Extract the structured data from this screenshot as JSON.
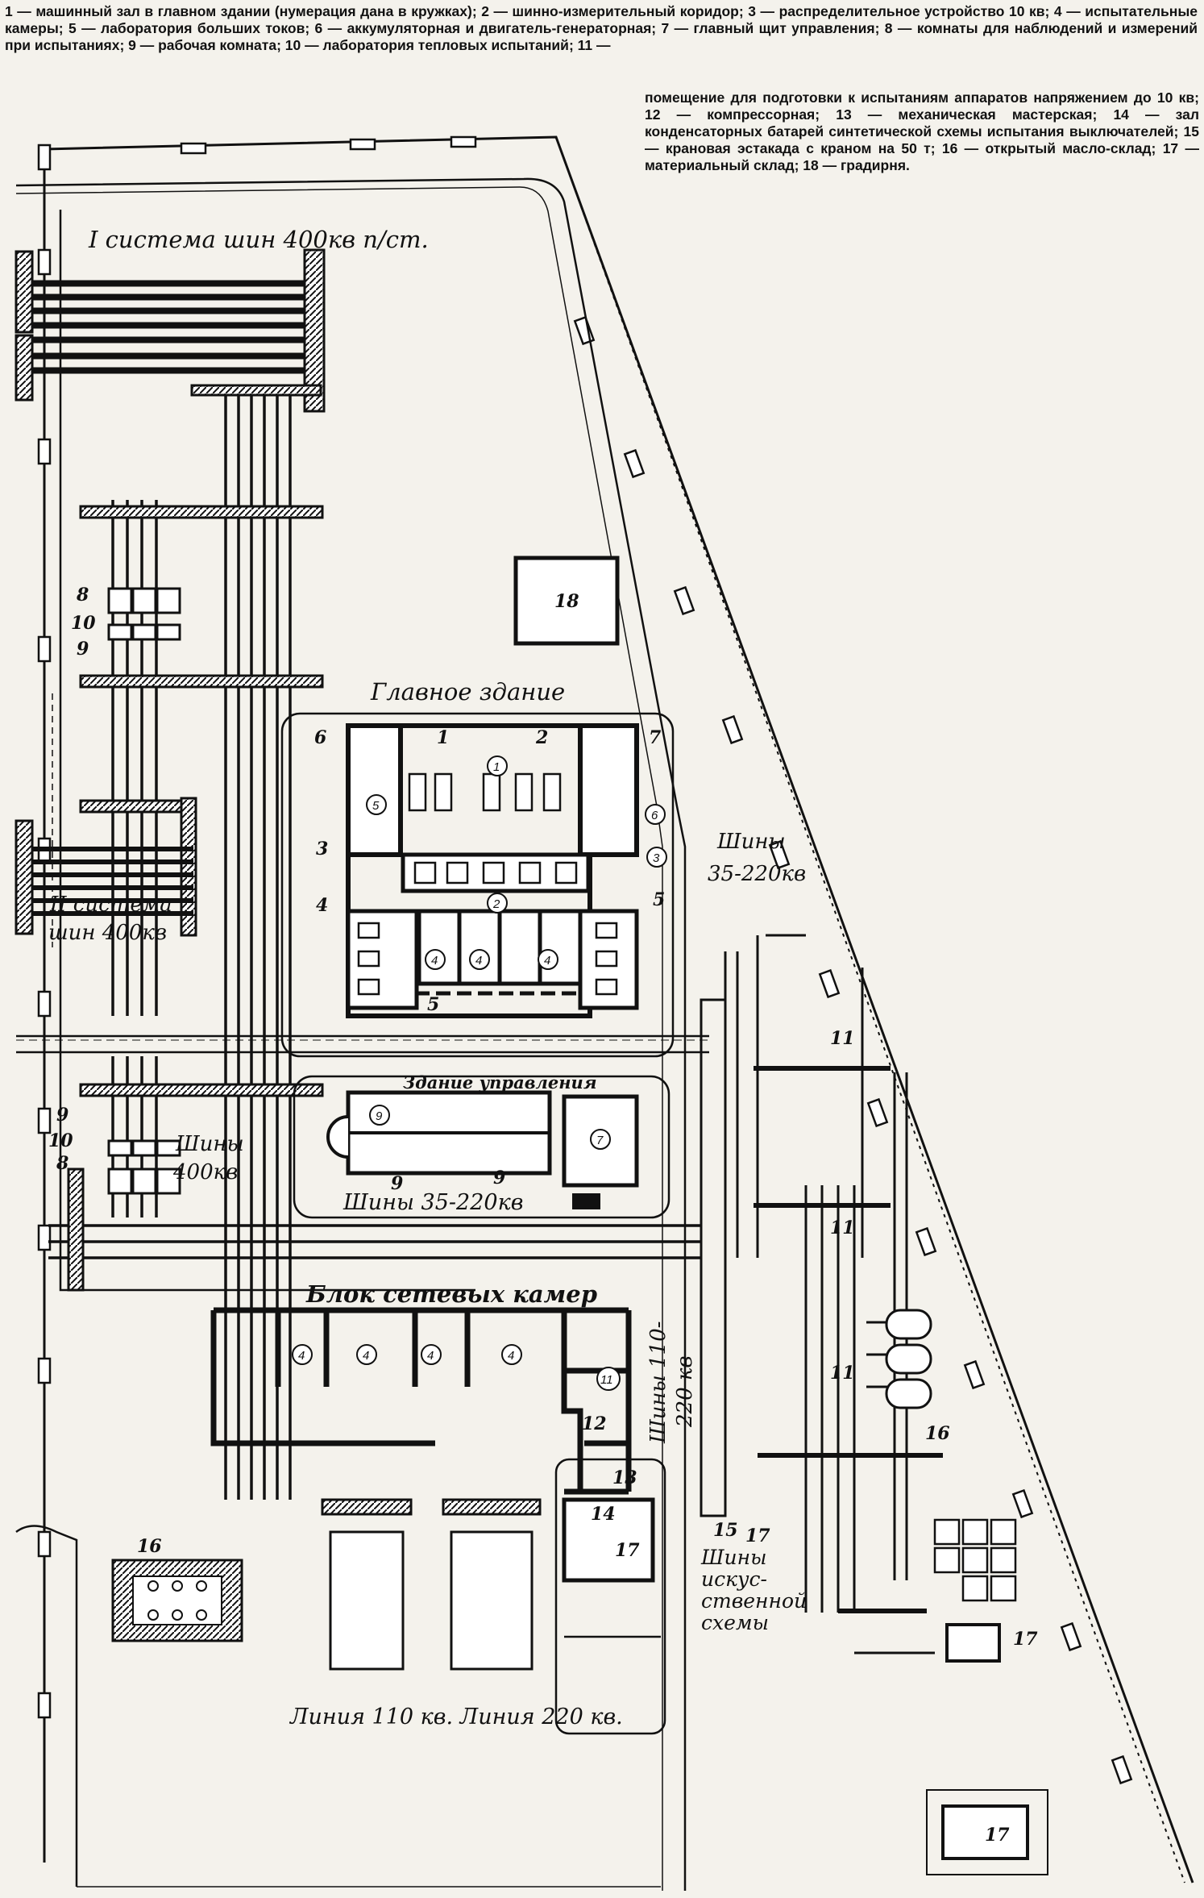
{
  "caption": {
    "main": "1 — машинный зал в главном здании (нумерация дана в кружках); 2 — шинно-измерительный коридор; 3 — распределительное устройство 10 кв; 4 — испытательные камеры; 5 — лаборатория больших токов; 6 — аккумуляторная и двигатель-генераторная; 7 — главный щит управления; 8 — комнаты для наблюдений и измерений при испытаниях; 9 — рабочая комната; 10 — лаборатория тепловых испытаний; 11 —",
    "tail": "помещение для подготовки к испытаниям аппаратов напряжением до 10 кв; 12 — компрессорная; 13 — механическая мастерская; 14 — зал конденсаторных батарей синтетической схемы испытания выключателей; 15 — крановая эстакада с краном на 50 т; 16 — открытый масло-склад; 17 — материальный склад; 18 — градирня."
  },
  "labels": {
    "bus1": "I система шин 400кв п/ст.",
    "bus2_line1": "II система",
    "bus2_line2": "шин 400кв",
    "main_building": "Главное здание",
    "control_building": "Здание управления",
    "bus_35_220_a_line1": "Шины",
    "bus_35_220_a_line2": "35-220кв",
    "bus_35_220_b": "Шины 35-220кв",
    "bus_400_line1": "Шины",
    "bus_400_line2": "400кв",
    "net_block": "Блок сетевых камер",
    "bus_110_line1": "Шины 110-",
    "bus_110_line2": "220 кв",
    "artificial_line1": "Шины",
    "artificial_line2": "искус-",
    "artificial_line3": "ственной",
    "artificial_line4": "схемы",
    "lines_bottom": "Линия 110 кв. Линия 220 кв."
  },
  "numbers": {
    "n18": "18",
    "n17": "17",
    "n16": "16",
    "n15": "15",
    "n14": "14",
    "n13": "13",
    "n12": "12",
    "n11": "11",
    "n10": "10",
    "n9": "9",
    "n8": "8",
    "n7": "7",
    "n6": "6",
    "n5": "5",
    "n4": "4",
    "n3": "3",
    "n2": "2",
    "n1": "1",
    "c1": "1",
    "c2": "2",
    "c3": "3",
    "c4": "4",
    "c5": "5",
    "c6": "6",
    "c7": "7",
    "c9": "9",
    "c11": "11"
  }
}
